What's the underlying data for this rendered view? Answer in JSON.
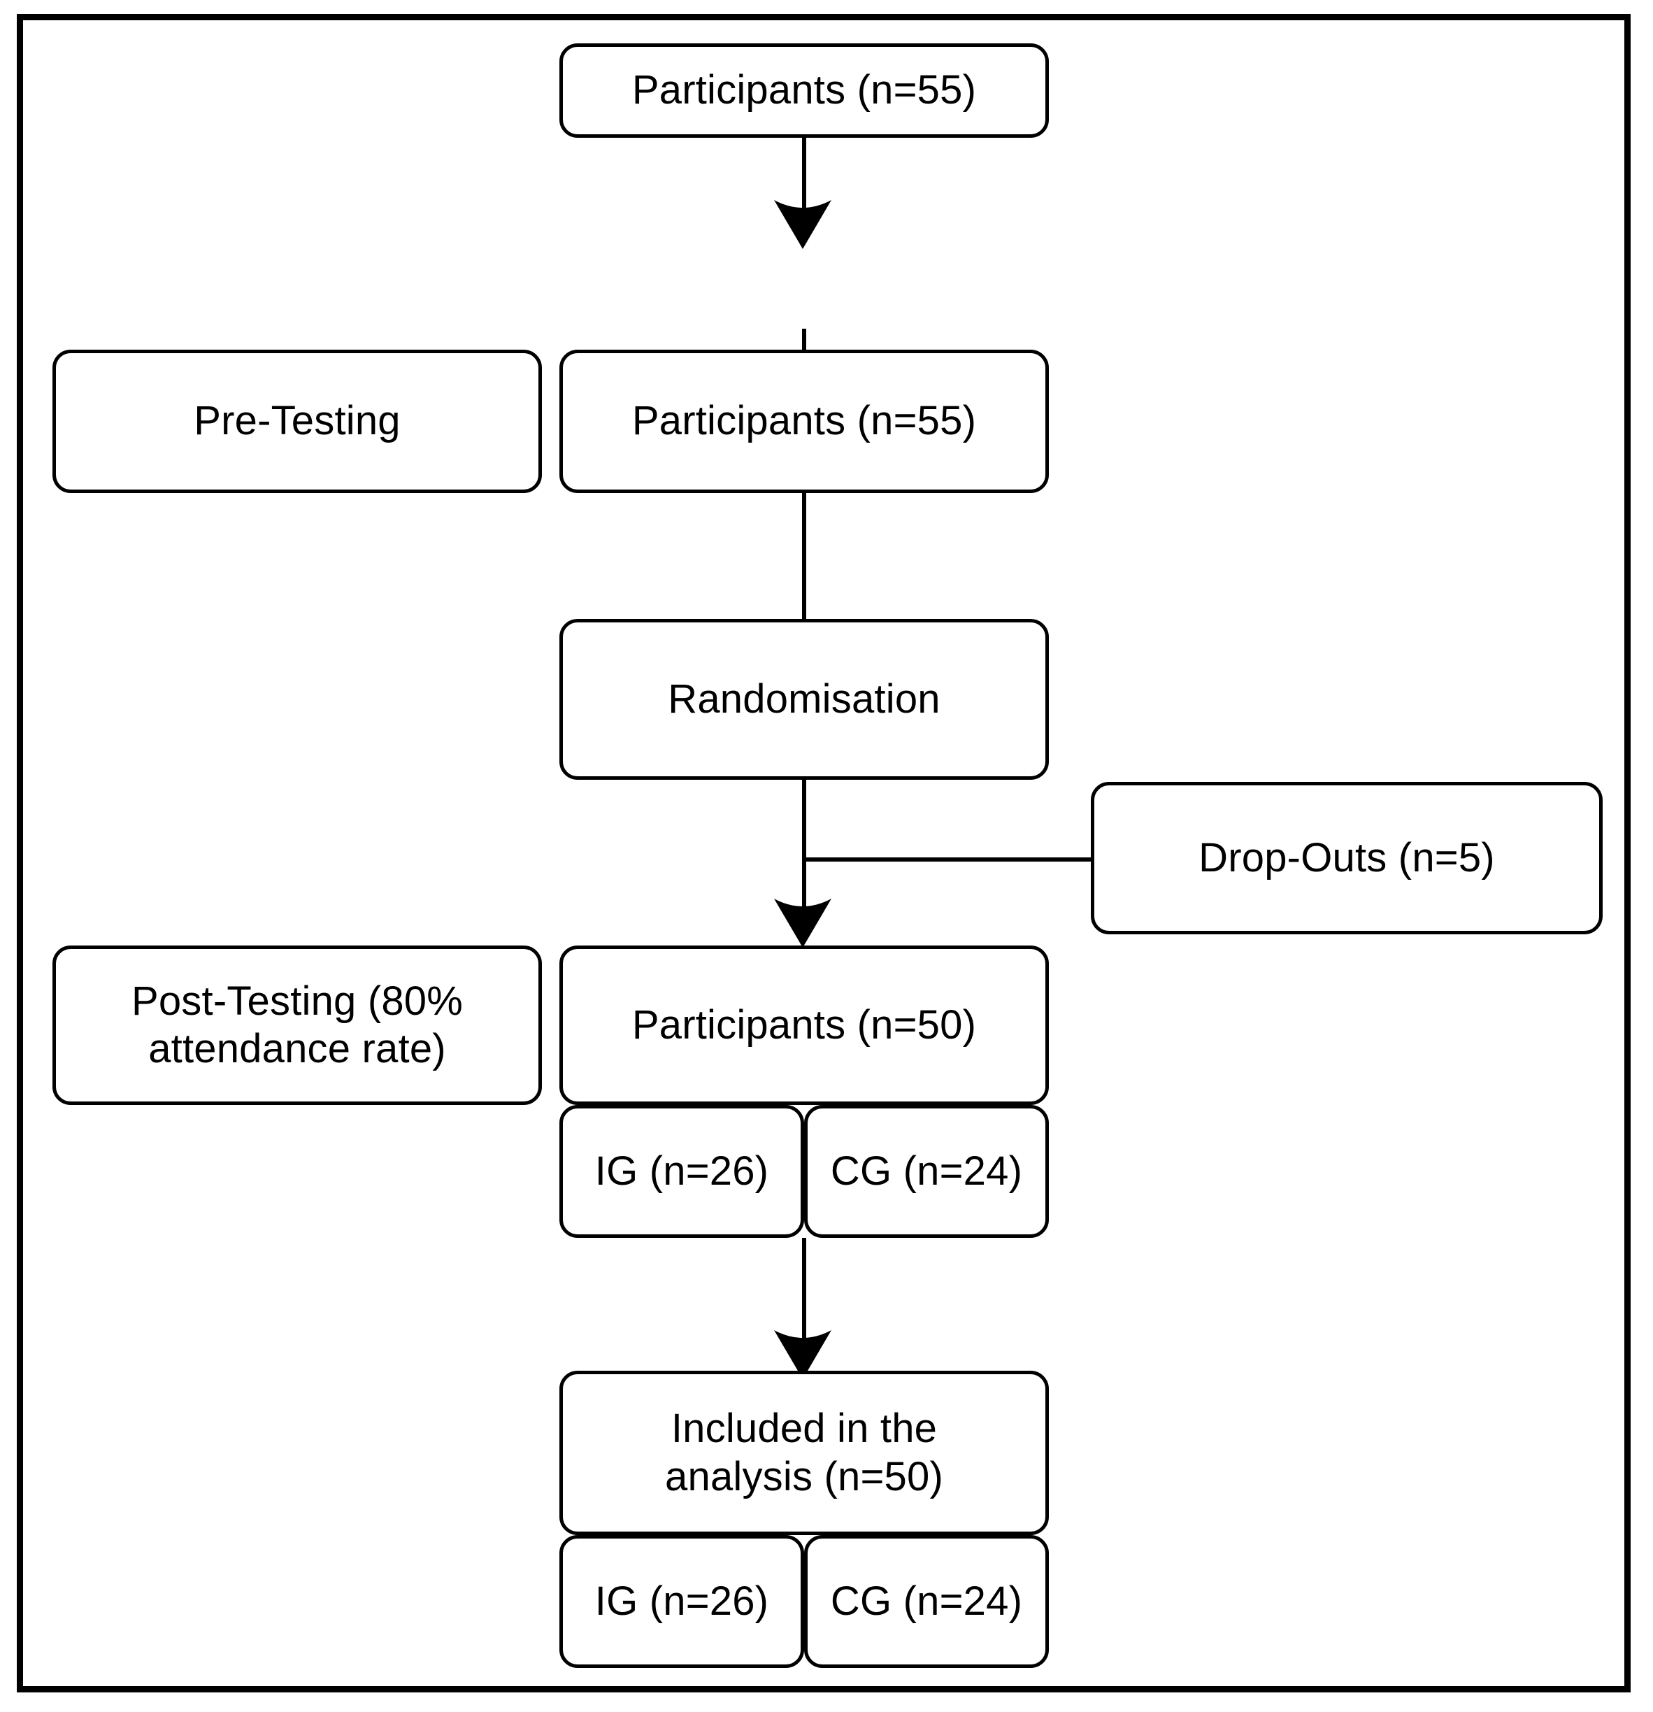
{
  "diagram": {
    "title": "Participant flow diagram",
    "type": "flowchart",
    "stroke_color": "#000000",
    "fill_color": "#ffffff",
    "nodes": [
      {
        "id": "participants_enrolled",
        "label": "Participants (n=55)"
      },
      {
        "id": "pre_testing",
        "label": "Pre-Testing"
      },
      {
        "id": "participants_pre",
        "label": "Participants (n=55)"
      },
      {
        "id": "randomisation",
        "label": "Randomisation"
      },
      {
        "id": "drop_outs",
        "label": "Drop-Outs (n=5)"
      },
      {
        "id": "post_testing",
        "label": "Post-Testing (80%\nattendance rate)"
      },
      {
        "id": "participants_post",
        "label": "Participants (n=50)"
      },
      {
        "id": "post_ig",
        "label": "IG (n=26)"
      },
      {
        "id": "post_cg",
        "label": "CG (n=24)"
      },
      {
        "id": "included_analysis",
        "label": "Included in the\nanalysis (n=50)"
      },
      {
        "id": "analysis_ig",
        "label": "IG (n=26)"
      },
      {
        "id": "analysis_cg",
        "label": "CG (n=24)"
      }
    ],
    "edges": [
      {
        "from": "participants_enrolled",
        "to": "participants_pre",
        "arrow": true
      },
      {
        "from": "participants_pre",
        "to": "randomisation",
        "arrow": false
      },
      {
        "from": "randomisation",
        "to": "participants_post",
        "arrow": true
      },
      {
        "from": "drop_outs",
        "to": "randomisation_path",
        "arrow": false
      },
      {
        "from": "post_groups",
        "to": "included_analysis",
        "arrow": true
      }
    ]
  }
}
